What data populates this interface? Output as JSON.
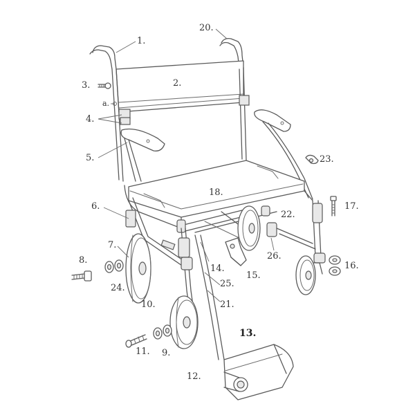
{
  "labels": {
    "l1": "1.",
    "l2": "2.",
    "l3": "3.",
    "la": "a.",
    "l4": "4.",
    "l5": "5.",
    "l6": "6.",
    "l7": "7.",
    "l8": "8.",
    "l9": "9.",
    "l10": "10.",
    "l11": "11.",
    "l12": "12.",
    "l13": "13.",
    "l14": "14.",
    "l15": "15.",
    "l16": "16.",
    "l17": "17.",
    "l18": "18.",
    "l20": "20.",
    "l21": "21.",
    "l22": "22.",
    "l23": "23.",
    "l24": "24.",
    "l25": "25.",
    "l26": "26."
  },
  "colors": {
    "line": "#5a5a5a",
    "text": "#333333",
    "background": "#ffffff"
  }
}
